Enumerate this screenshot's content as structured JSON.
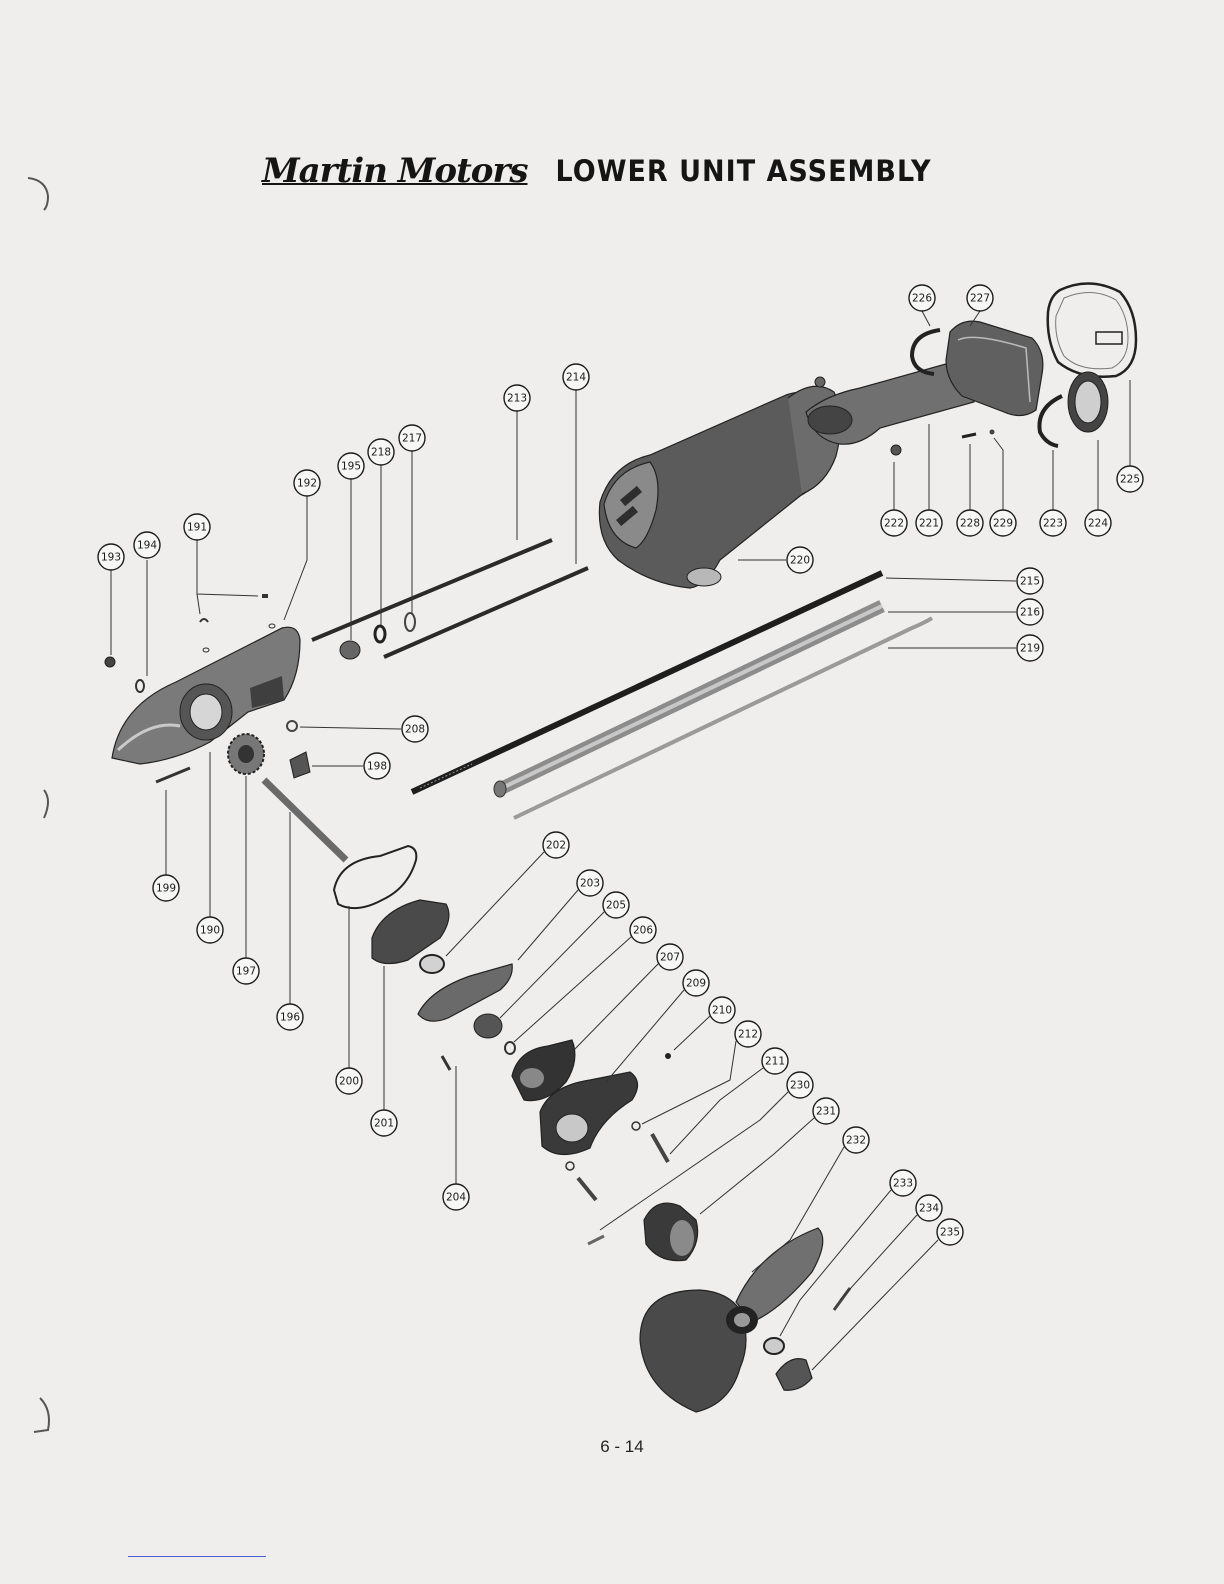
{
  "header": {
    "brand": "Martin Motors",
    "title": "LOWER UNIT ASSEMBLY"
  },
  "callouts": [
    {
      "id": "190",
      "label": "190"
    },
    {
      "id": "191",
      "label": "191"
    },
    {
      "id": "192",
      "label": "192"
    },
    {
      "id": "193",
      "label": "193"
    },
    {
      "id": "194",
      "label": "194"
    },
    {
      "id": "195",
      "label": "195"
    },
    {
      "id": "196",
      "label": "196"
    },
    {
      "id": "197",
      "label": "197"
    },
    {
      "id": "198",
      "label": "198"
    },
    {
      "id": "199",
      "label": "199"
    },
    {
      "id": "200",
      "label": "200"
    },
    {
      "id": "201",
      "label": "201"
    },
    {
      "id": "202",
      "label": "202"
    },
    {
      "id": "203",
      "label": "203"
    },
    {
      "id": "204",
      "label": "204"
    },
    {
      "id": "205",
      "label": "205"
    },
    {
      "id": "206",
      "label": "206"
    },
    {
      "id": "207",
      "label": "207"
    },
    {
      "id": "208",
      "label": "208"
    },
    {
      "id": "209",
      "label": "209"
    },
    {
      "id": "210",
      "label": "210"
    },
    {
      "id": "211",
      "label": "211"
    },
    {
      "id": "212",
      "label": "212"
    },
    {
      "id": "213",
      "label": "213"
    },
    {
      "id": "214",
      "label": "214"
    },
    {
      "id": "215",
      "label": "215"
    },
    {
      "id": "216",
      "label": "216"
    },
    {
      "id": "217",
      "label": "217"
    },
    {
      "id": "218",
      "label": "218"
    },
    {
      "id": "219",
      "label": "219"
    },
    {
      "id": "220",
      "label": "220"
    },
    {
      "id": "221",
      "label": "221"
    },
    {
      "id": "222",
      "label": "222"
    },
    {
      "id": "223",
      "label": "223"
    },
    {
      "id": "224",
      "label": "224"
    },
    {
      "id": "225",
      "label": "225"
    },
    {
      "id": "226",
      "label": "226"
    },
    {
      "id": "227",
      "label": "227"
    },
    {
      "id": "228",
      "label": "228"
    },
    {
      "id": "229",
      "label": "229"
    },
    {
      "id": "230",
      "label": "230"
    },
    {
      "id": "231",
      "label": "231"
    },
    {
      "id": "232",
      "label": "232"
    },
    {
      "id": "233",
      "label": "233"
    },
    {
      "id": "234",
      "label": "234"
    },
    {
      "id": "235",
      "label": "235"
    }
  ],
  "footer": {
    "page_number": "6 - 14"
  }
}
